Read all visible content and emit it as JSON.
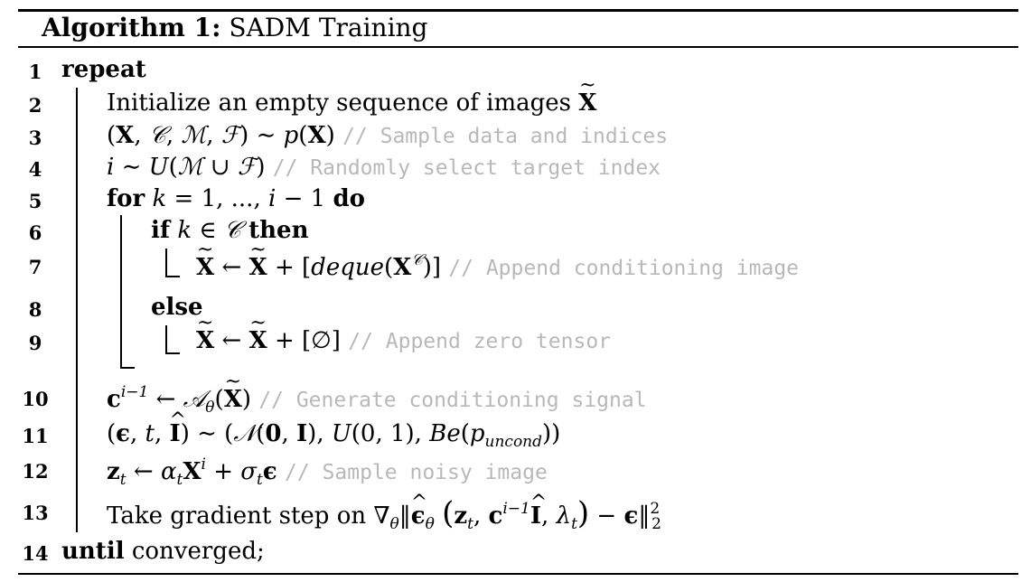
{
  "algorithm": {
    "label": "Algorithm 1:",
    "title": "SADM Training"
  },
  "lines": [
    {
      "num": "1",
      "kw": "repeat"
    },
    {
      "num": "2",
      "text": "Initialize an empty sequence of images",
      "var": "X"
    },
    {
      "num": "3",
      "math": "(X, C, M, F) ∼ p(X)",
      "comment": "// Sample data and indices"
    },
    {
      "num": "4",
      "math": "i ∼ U(M ∪ F)",
      "comment": "// Randomly select target index"
    },
    {
      "num": "5",
      "kw1": "for",
      "math": "k = 1, ..., i − 1",
      "kw2": "do"
    },
    {
      "num": "6",
      "kw1": "if",
      "math": "k ∈ C",
      "kw2": "then"
    },
    {
      "num": "7",
      "math": "X ← X + [deque(X^C)]",
      "comment": "// Append conditioning image"
    },
    {
      "num": "8",
      "kw": "else"
    },
    {
      "num": "9",
      "math": "X ← X + [∅]",
      "comment": "// Append zero tensor"
    },
    {
      "num": "10",
      "math": "c^(i−1) ← A_θ(X)",
      "comment": "// Generate conditioning signal"
    },
    {
      "num": "11",
      "math": "(ϵ, t, Î) ∼ (N(0, I), U(0, 1), Be(p_uncond))"
    },
    {
      "num": "12",
      "math": "z_t ← α_t X^i + σ_t ϵ",
      "comment": "// Sample noisy image"
    },
    {
      "num": "13",
      "text": "Take gradient step on",
      "math": "∇_θ‖ϵ̂_θ(z_t, c^(i−1) Î, λ_t) − ϵ‖²₂"
    },
    {
      "num": "14",
      "kw": "until",
      "text": "converged;"
    }
  ]
}
